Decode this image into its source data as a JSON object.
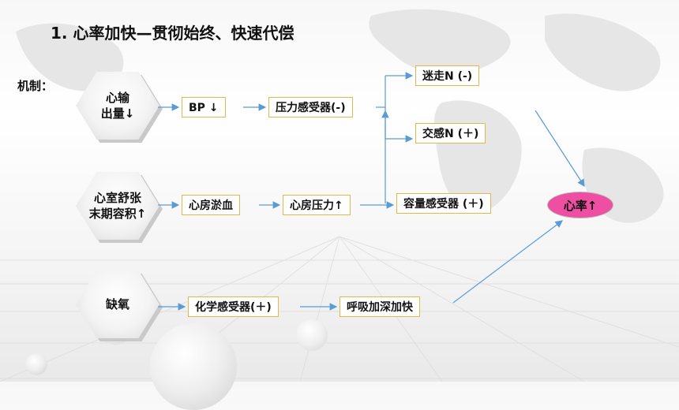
{
  "title": "1. 心率加快—贯彻始终、快速代偿",
  "mechanism_label": "机制：",
  "hexagons": {
    "cardiac_output": "心输\n出量↓",
    "end_diastolic_volume": "心室舒张\n末期容积↑",
    "hypoxia": "缺氧"
  },
  "boxes": {
    "bp": "BP ↓",
    "baroreceptor": "压力感受器(-)",
    "vagus": "迷走N (-)",
    "sympathetic": "交感N (＋)",
    "atrial_congestion": "心房淤血",
    "atrial_pressure": "心房压力↑",
    "volume_receptor": "容量感受器 (＋)",
    "chemoreceptor": "化学感受器(＋)",
    "breathing": "呼吸加深加快"
  },
  "result": "心率↑",
  "colors": {
    "box_border": "#e2b84a",
    "arrow": "#5b9bd5",
    "result_fill": "#ee4fa3"
  }
}
